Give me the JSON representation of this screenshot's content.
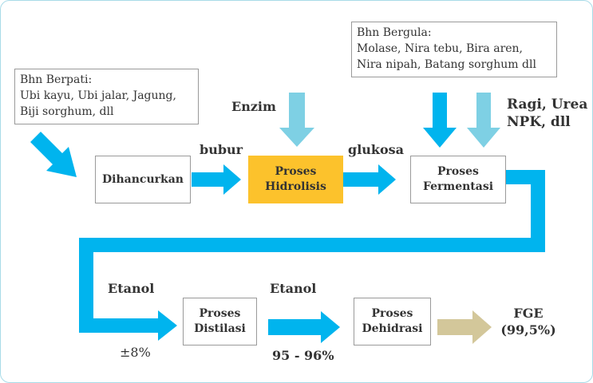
{
  "colors": {
    "arrow": "#00b4ee",
    "light_arrow": "#7ed0e4",
    "tan_arrow": "#d3c79a",
    "highlight": "#fcc22c"
  },
  "notes": {
    "starch": {
      "title": "Bhn Berpati:",
      "body": "Ubi kayu, Ubi jalar, Jagung, Biji sorghum, dll"
    },
    "sugar": {
      "title": "Bhn Bergula:",
      "body": "Molase, Nira tebu, Bira aren, Nira nipah, Batang sorghum dll"
    }
  },
  "boxes": {
    "crush": [
      "Dihancurkan"
    ],
    "hydrolysis": [
      "Proses",
      "Hidrolisis"
    ],
    "fermentation": [
      "Proses",
      "Fermentasi"
    ],
    "distillation": [
      "Proses",
      "Distilasi"
    ],
    "dehydration": [
      "Proses",
      "Dehidrasi"
    ]
  },
  "labels": {
    "enzyme": "Enzim",
    "pulp": "bubur",
    "glucose": "glukosa",
    "yeast_line1": "Ragi, Urea",
    "yeast_line2": "NPK, dll",
    "ethanol_1": "Etanol",
    "ethanol_1_pct": "±8%",
    "ethanol_2": "Etanol",
    "ethanol_2_pct": "95 - 96%",
    "fge": "FGE",
    "fge_pct": "(99,5%)"
  }
}
